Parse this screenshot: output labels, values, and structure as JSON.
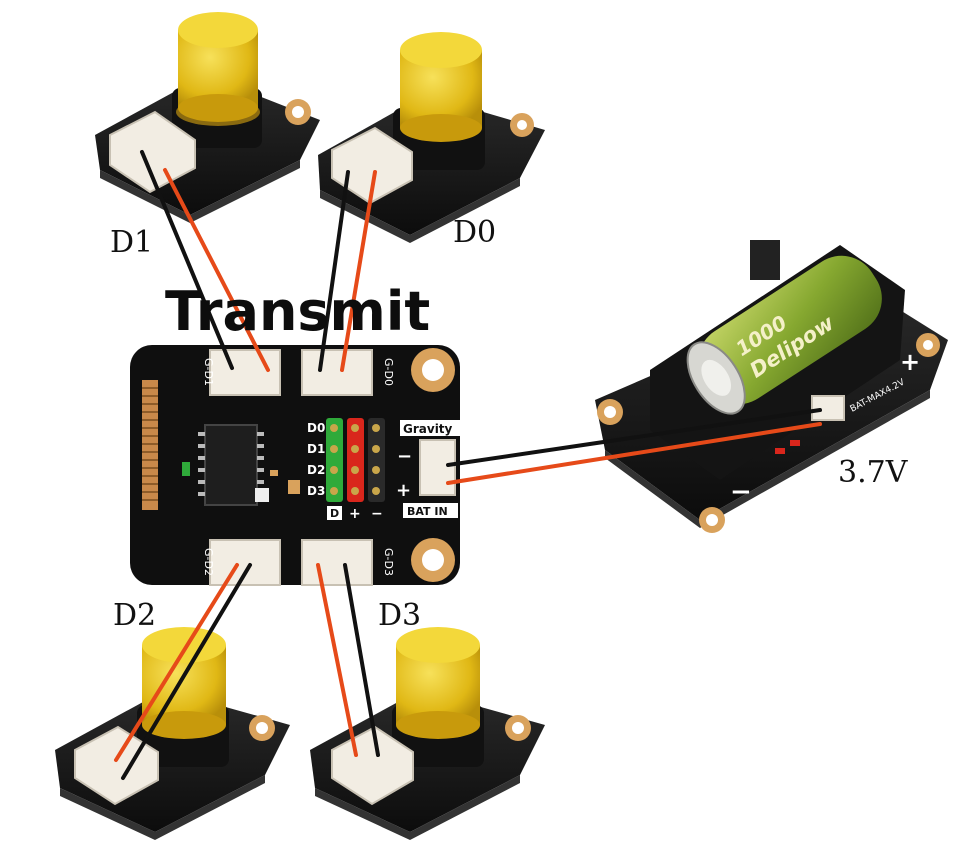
{
  "diagram": {
    "title": "Transmit",
    "labels": {
      "d1": "D1",
      "d0": "D0",
      "d2": "D2",
      "d3": "D3",
      "voltage": "3.7V"
    },
    "board_silkscreen": {
      "g_d1": "G-D1",
      "g_d0": "G-D0",
      "g_d2": "G-D2",
      "g_d3": "G-D3",
      "pin_d0": "D0",
      "pin_d1": "D1",
      "pin_d2": "D2",
      "pin_d3": "D3",
      "gravity": "Gravity",
      "bat_in": "BAT IN",
      "col_d": "D",
      "col_plus": "+",
      "col_minus": "−",
      "side_minus": "−",
      "side_plus": "+"
    },
    "battery": {
      "capacity": "1000",
      "brand": "Delipow",
      "board_mark": "BAT-MAX4.2V",
      "minus": "−",
      "plus": "+"
    },
    "colors": {
      "wire_signal": "#e64a19",
      "wire_ground": "#111111",
      "pcb": "#0f0f0f",
      "button_cap": "#e6c21a",
      "connector": "#f2ede3",
      "header_green": "#2faa3a",
      "header_red": "#d9261c",
      "mount_hole": "#d9a25c",
      "battery_cell": "#8fb03a"
    },
    "components": [
      {
        "name": "button-module-d1",
        "channel": "D1"
      },
      {
        "name": "button-module-d0",
        "channel": "D0"
      },
      {
        "name": "button-module-d2",
        "channel": "D2"
      },
      {
        "name": "button-module-d3",
        "channel": "D3"
      },
      {
        "name": "battery-holder",
        "cell": "3.7V"
      }
    ]
  }
}
